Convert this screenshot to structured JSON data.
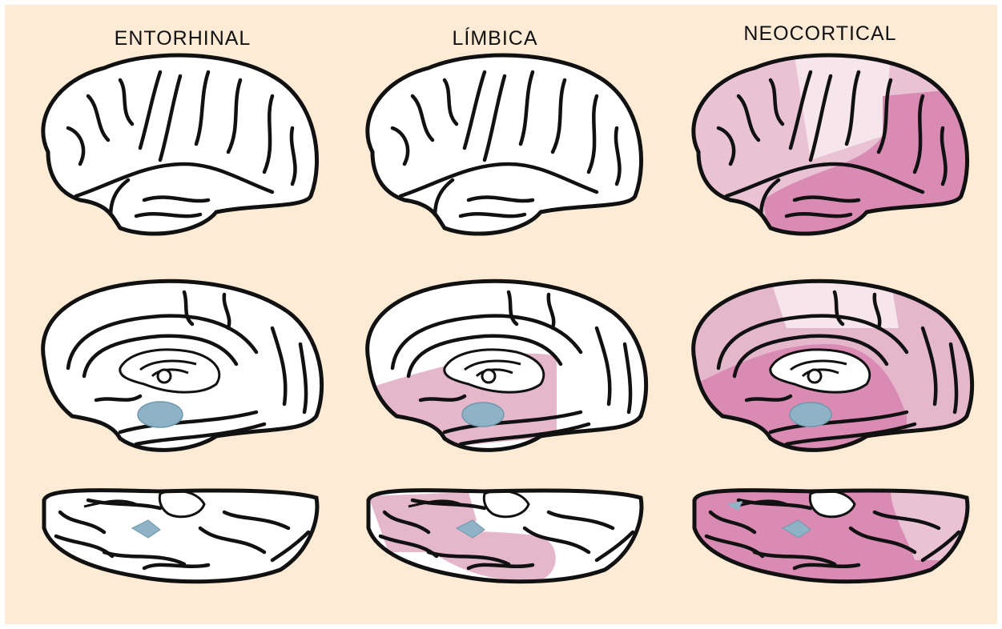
{
  "columns": [
    {
      "title": "ENTORHINAL"
    },
    {
      "title": "LÍMBICA"
    },
    {
      "title": "NEOCORTICAL"
    }
  ],
  "colors": {
    "background": "#fdebd6",
    "outline": "#111111",
    "entorhinal_blue": "#8fb3c6",
    "pink_light": "#f0d9e1",
    "pink_medium": "#e5b7cb",
    "pink_dark": "#d98bb3"
  }
}
